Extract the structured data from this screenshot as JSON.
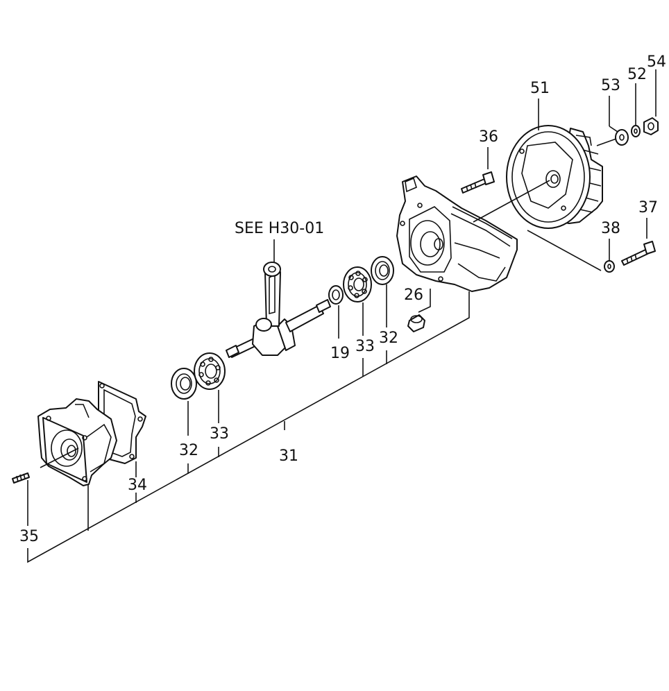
{
  "diagram": {
    "reference_note": "SEE H30-01",
    "callouts": [
      {
        "id": "31",
        "text": "31"
      },
      {
        "id": "32a",
        "text": "32"
      },
      {
        "id": "32b",
        "text": "32"
      },
      {
        "id": "33a",
        "text": "33"
      },
      {
        "id": "33b",
        "text": "33"
      },
      {
        "id": "34",
        "text": "34"
      },
      {
        "id": "35",
        "text": "35"
      },
      {
        "id": "19",
        "text": "19"
      },
      {
        "id": "26",
        "text": "26"
      },
      {
        "id": "36",
        "text": "36"
      },
      {
        "id": "37",
        "text": "37"
      },
      {
        "id": "38",
        "text": "38"
      },
      {
        "id": "51",
        "text": "51"
      },
      {
        "id": "52",
        "text": "52"
      },
      {
        "id": "53",
        "text": "53"
      },
      {
        "id": "54",
        "text": "54"
      }
    ]
  }
}
